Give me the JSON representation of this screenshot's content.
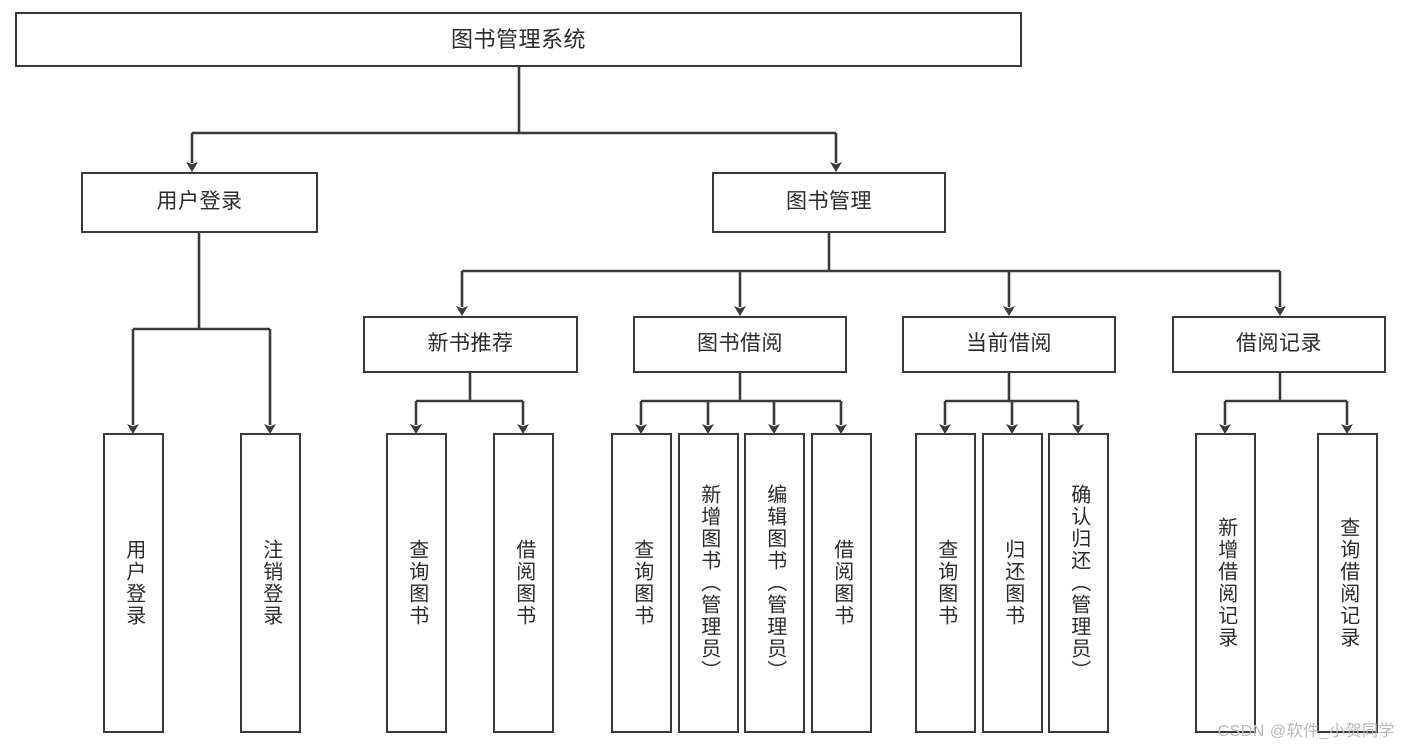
{
  "diagram": {
    "title": "图书管理系统",
    "type": "hierarchy-tree",
    "colors": {
      "background": "#ffffff",
      "box_border": "#3a3a3a",
      "box_fill": "#ffffff",
      "text": "#2b2b2b",
      "connector": "#3a3a3a",
      "watermark": "#b9b9b9"
    },
    "root": {
      "label": "图书管理系统"
    },
    "level1": [
      {
        "label": "用户登录"
      },
      {
        "label": "图书管理"
      }
    ],
    "level2": [
      {
        "label": "新书推荐"
      },
      {
        "label": "图书借阅"
      },
      {
        "label": "当前借阅"
      },
      {
        "label": "借阅记录"
      }
    ],
    "leaves": {
      "user_login": [
        {
          "label": "用户登录"
        },
        {
          "label": "注销登录"
        }
      ],
      "new_book_recommend": [
        {
          "label": "查询图书"
        },
        {
          "label": "借阅图书"
        }
      ],
      "book_borrow": [
        {
          "label": "查询图书"
        },
        {
          "label": "新增图书（管理员）"
        },
        {
          "label": "编辑图书（管理员）"
        },
        {
          "label": "借阅图书"
        }
      ],
      "current_borrow": [
        {
          "label": "查询图书"
        },
        {
          "label": "归还图书"
        },
        {
          "label": "确认归还（管理员）"
        }
      ],
      "borrow_record": [
        {
          "label": "新增借阅记录"
        },
        {
          "label": "查询借阅记录"
        }
      ]
    }
  },
  "watermark": {
    "text": "CSDN @软件_小贺同学"
  }
}
